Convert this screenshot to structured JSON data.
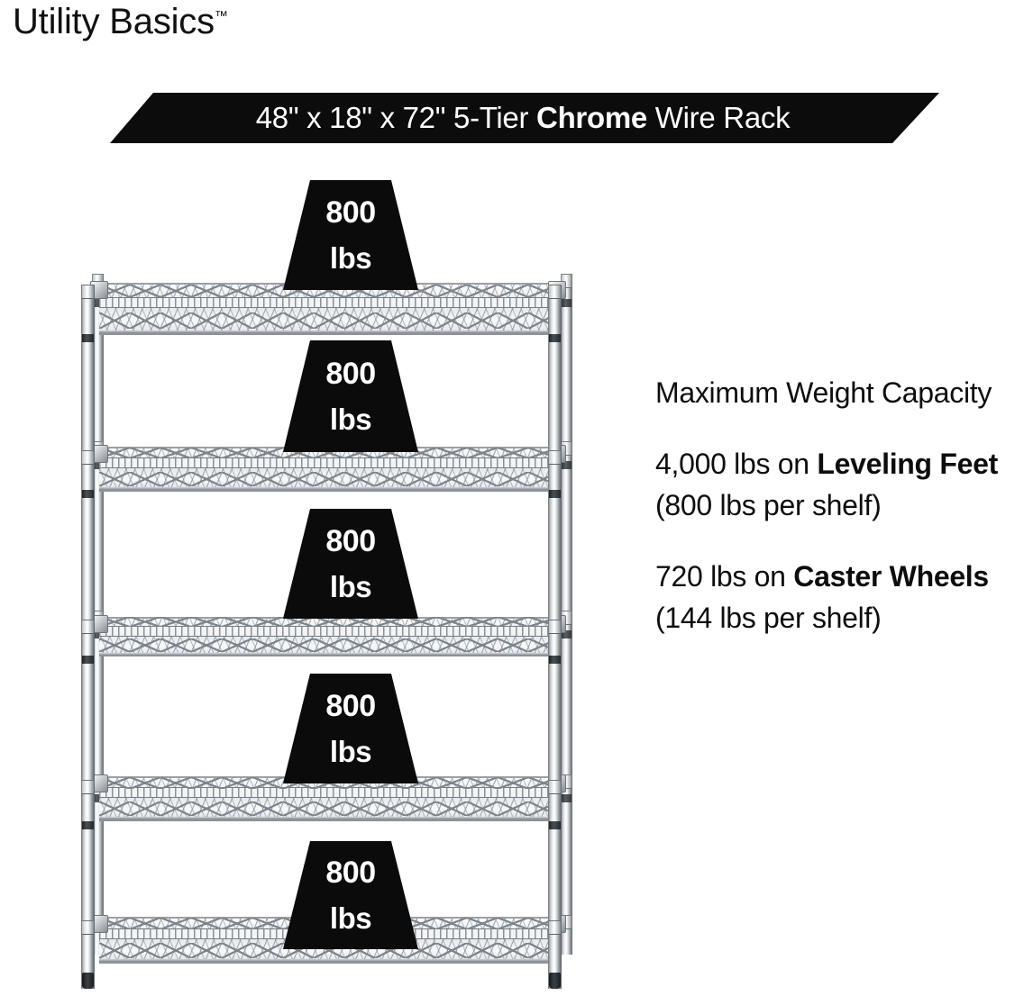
{
  "brand": {
    "name": "Utility Basics",
    "tm": "™"
  },
  "banner": {
    "dimensions": "48\" x 18\" x 72\"",
    "tiers": "5-Tier",
    "finish": "Chrome",
    "product": "Wire Rack",
    "full_text_prefix": "48\" x 18\" x 72\" 5-Tier ",
    "full_text_bold": "Chrome",
    "full_text_suffix": " Wire Rack",
    "background_color": "#0c0c0c",
    "text_color": "#ffffff"
  },
  "rack": {
    "tiers": 5,
    "finish_color": "#e4e8eb",
    "post_color": "#9aa0a5",
    "shelves": [
      {
        "index": 1,
        "badge_value": "800",
        "badge_unit": "lbs"
      },
      {
        "index": 2,
        "badge_value": "800",
        "badge_unit": "lbs"
      },
      {
        "index": 3,
        "badge_value": "800",
        "badge_unit": "lbs"
      },
      {
        "index": 4,
        "badge_value": "800",
        "badge_unit": "lbs"
      },
      {
        "index": 5,
        "badge_value": "800",
        "badge_unit": "lbs"
      }
    ]
  },
  "badges": [
    {
      "value": "800",
      "unit": "lbs"
    },
    {
      "value": "800",
      "unit": "lbs"
    },
    {
      "value": "800",
      "unit": "lbs"
    },
    {
      "value": "800",
      "unit": "lbs"
    },
    {
      "value": "800",
      "unit": "lbs"
    }
  ],
  "copy": {
    "heading": "Maximum Weight Capacity",
    "leveling": {
      "prefix": "4,000 lbs on ",
      "bold": "Leveling Feet",
      "suffix": " (800 lbs per shelf)",
      "total": "4,000 lbs",
      "per_shelf": "800 lbs"
    },
    "caster": {
      "prefix": "720 lbs on ",
      "bold": "Caster Wheels",
      "suffix": " (144 lbs per shelf)",
      "total": "720 lbs",
      "per_shelf": "144 lbs"
    }
  }
}
